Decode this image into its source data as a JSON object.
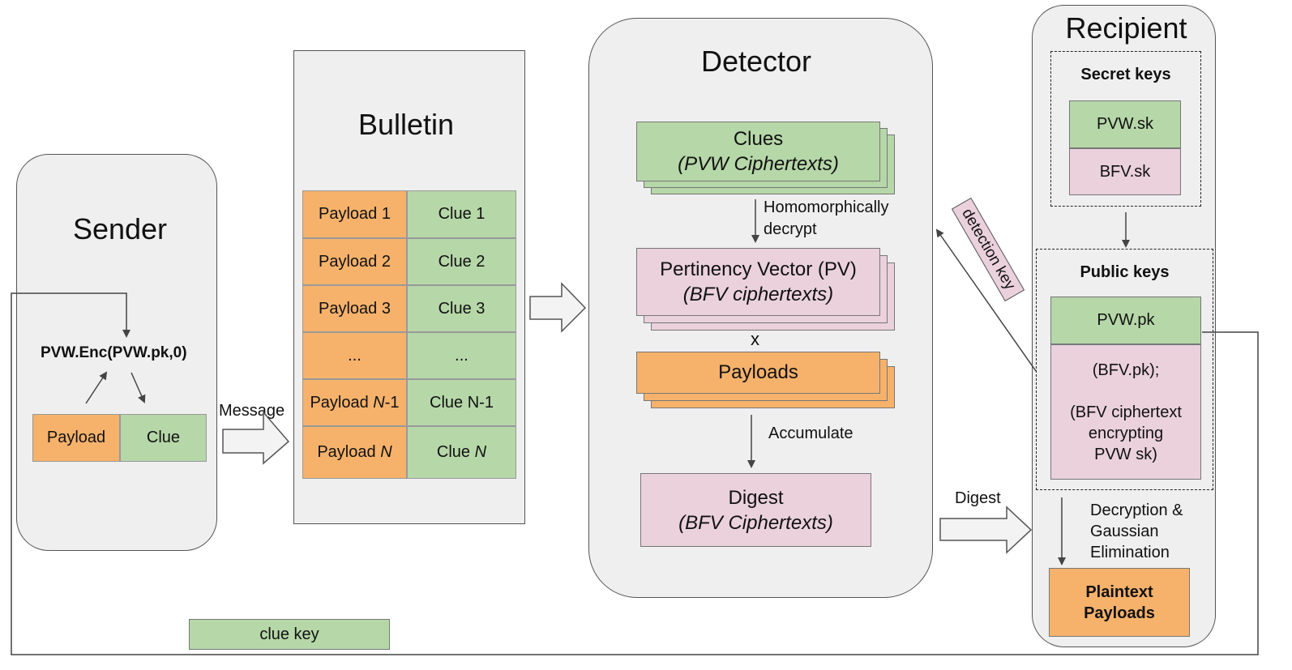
{
  "sender": {
    "title": "Sender",
    "enc_label": "PVW.Enc(PVW.pk,0)",
    "payload": "Payload",
    "clue": "Clue"
  },
  "message_label": "Message",
  "bulletin": {
    "title": "Bulletin",
    "rows": [
      {
        "payload": "Payload 1",
        "clue": "Clue 1"
      },
      {
        "payload": "Payload 2",
        "clue": "Clue 2"
      },
      {
        "payload": "Payload 3",
        "clue": "Clue 3"
      },
      {
        "payload": "...",
        "clue": "..."
      },
      {
        "payload_prefix": "Payload ",
        "payload_var": "N",
        "payload_suffix": "-1",
        "clue": "Clue N-1"
      },
      {
        "payload_prefix": "Payload ",
        "payload_var": "N",
        "clue_prefix": "Clue ",
        "clue_var": "N"
      }
    ]
  },
  "detector": {
    "title": "Detector",
    "clues": "Clues",
    "clues_sub": "(PVW Ciphertexts)",
    "homomorphic": [
      "Homomorphically",
      "decrypt"
    ],
    "pv": "Pertinency Vector (PV)",
    "pv_sub": "(BFV ciphertexts)",
    "times": "x",
    "payloads": "Payloads",
    "accumulate": "Accumulate",
    "digest": "Digest",
    "digest_sub": "(BFV Ciphertexts)"
  },
  "detection_key_label": "detection key",
  "digest_arrow_label": "Digest",
  "recipient": {
    "title": "Recipient",
    "secret_keys": "Secret keys",
    "pvw_sk": "PVW.sk",
    "bfv_sk": "BFV.sk",
    "public_keys": "Public keys",
    "pvw_pk": "PVW.pk",
    "bfv_pk": "(BFV.pk);",
    "bfv_cipher": [
      "(BFV ciphertext",
      "encrypting",
      "PVW sk)"
    ],
    "decryption": [
      "Decryption &",
      "Gaussian",
      "Elimination"
    ],
    "plaintext": [
      "Plaintext",
      "Payloads"
    ]
  },
  "clue_key_label": "clue key",
  "colors": {
    "green": "#b6d7a8",
    "pink": "#ead1dc",
    "orange": "#f6b26b",
    "lane": "#efefef"
  }
}
